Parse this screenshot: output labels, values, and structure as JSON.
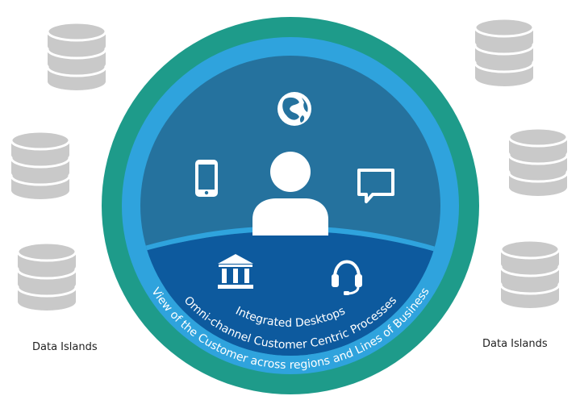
{
  "left_label": "Data Islands",
  "right_label": "Data Islands",
  "ring_labels": {
    "inner": "Integrated Desktops",
    "middle": "Omni-channel Customer Centric Processes",
    "outer": "View of the Customer across regions and Lines of Business"
  },
  "icons": [
    "globe-icon",
    "mobile-phone-icon",
    "person-icon",
    "chat-bubble-icon",
    "bank-icon",
    "headset-icon",
    "database-icon"
  ],
  "colors": {
    "outer_ring": "#1E9B8A",
    "middle_ring": "#2FA3DD",
    "core": "#25729E",
    "inner_band": "#0D5A9E",
    "database": "#C9C9C9",
    "database_band": "#ffffff",
    "text_light": "#ffffff"
  }
}
